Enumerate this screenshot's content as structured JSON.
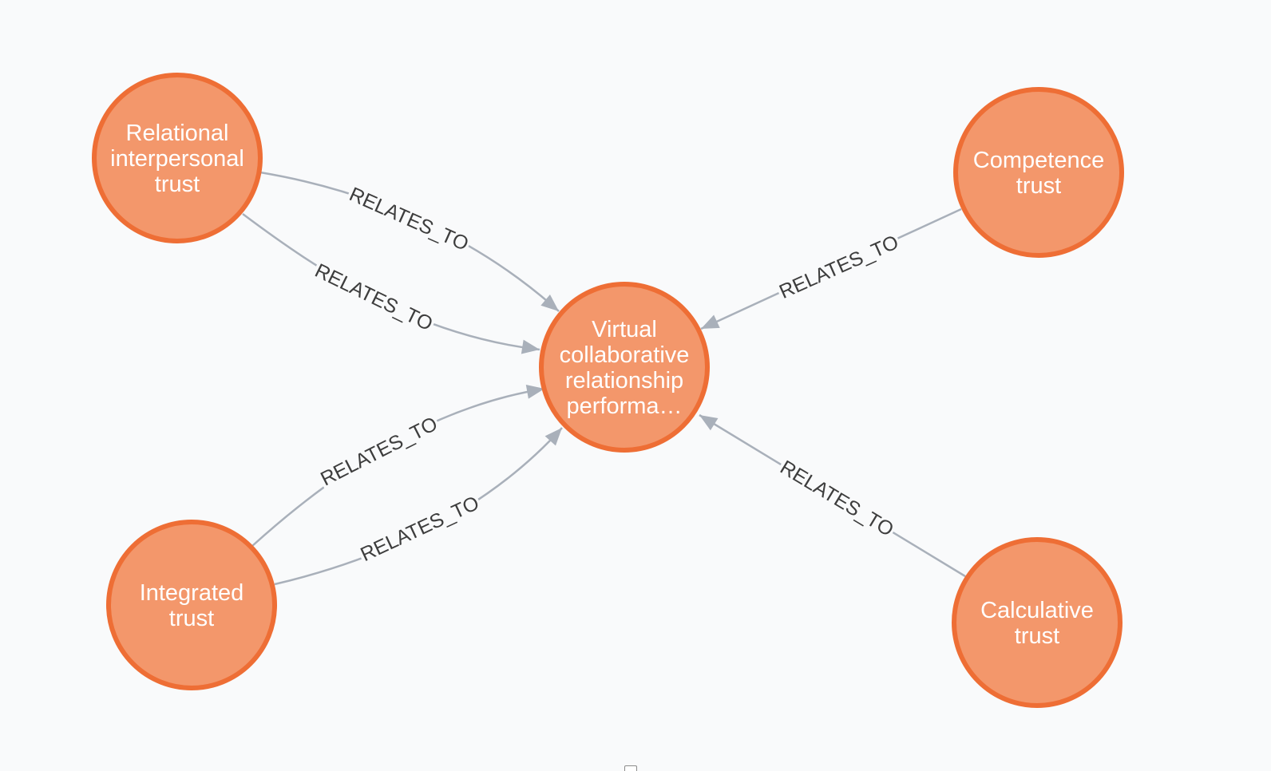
{
  "graph": {
    "colors": {
      "background": "#f9fafb",
      "node_fill": "#f3976b",
      "node_stroke": "#ee6e35",
      "node_text": "#ffffff",
      "edge": "#a9b0ba",
      "edge_text": "#3d3d3d"
    },
    "nodes": [
      {
        "id": "center",
        "label": "Virtual collaborative relationship performa…",
        "lines": [
          "Virtual",
          "collaborative",
          "relationship",
          "performa…"
        ]
      },
      {
        "id": "relational",
        "label": "Relational interpersonal trust",
        "lines": [
          "Relational",
          "interpersonal",
          "trust"
        ]
      },
      {
        "id": "competence",
        "label": "Competence trust",
        "lines": [
          "Competence",
          "trust"
        ]
      },
      {
        "id": "integrated",
        "label": "Integrated trust",
        "lines": [
          "Integrated",
          "trust"
        ]
      },
      {
        "id": "calculative",
        "label": "Calculative trust",
        "lines": [
          "Calculative",
          "trust"
        ]
      }
    ],
    "edges": [
      {
        "id": "e1",
        "source": "relational",
        "target": "center",
        "label": "RELATES_TO"
      },
      {
        "id": "e2",
        "source": "relational",
        "target": "center",
        "label": "RELATES_TO"
      },
      {
        "id": "e3",
        "source": "competence",
        "target": "center",
        "label": "RELATES_TO"
      },
      {
        "id": "e4",
        "source": "integrated",
        "target": "center",
        "label": "RELATES_TO"
      },
      {
        "id": "e5",
        "source": "integrated",
        "target": "center",
        "label": "RELATES_TO"
      },
      {
        "id": "e6",
        "source": "calculative",
        "target": "center",
        "label": "RELATES_TO"
      }
    ]
  }
}
